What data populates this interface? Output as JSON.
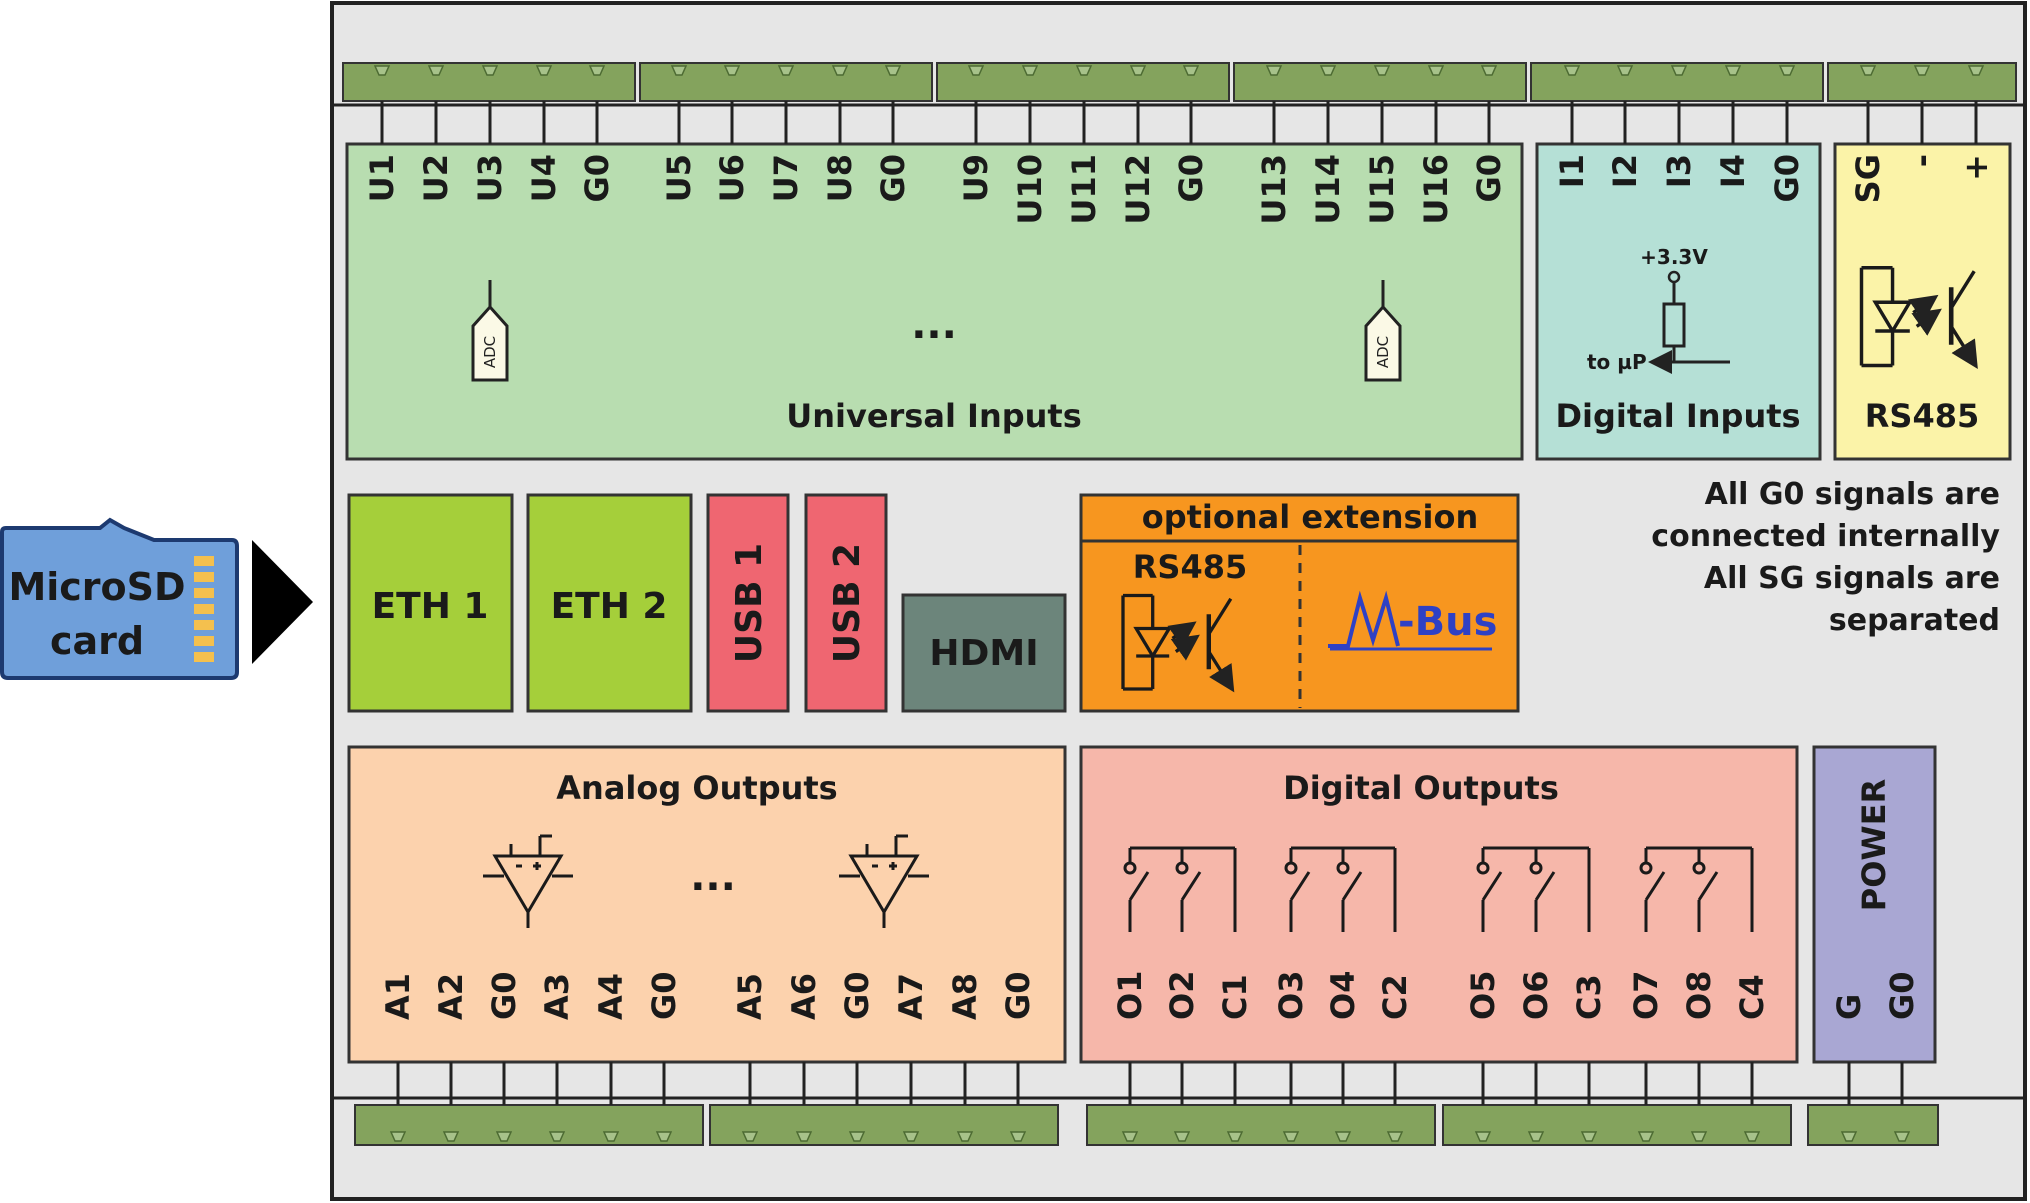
{
  "microsd": {
    "line1": "MicroSD",
    "line2": "card"
  },
  "universal_inputs": {
    "title": "Universal Inputs",
    "pins": [
      "U1",
      "U2",
      "U3",
      "U4",
      "G0",
      "U5",
      "U6",
      "U7",
      "U8",
      "G0",
      "U9",
      "U10",
      "U11",
      "U12",
      "G0",
      "U13",
      "U14",
      "U15",
      "U16",
      "G0"
    ],
    "adc_label": "ADC",
    "ellipsis": "..."
  },
  "digital_inputs": {
    "title": "Digital Inputs",
    "pins": [
      "I1",
      "I2",
      "I3",
      "I4",
      "G0"
    ],
    "supply_label": "+3.3V",
    "mcu_label": "to µP"
  },
  "rs485_top": {
    "title": "RS485",
    "pins": [
      "SG",
      "-",
      "+"
    ]
  },
  "ports": {
    "eth1": "ETH 1",
    "eth2": "ETH 2",
    "usb1": "USB 1",
    "usb2": "USB 2",
    "hdmi": "HDMI"
  },
  "extension": {
    "header": "optional extension",
    "rs485_label": "RS485",
    "mbus_label": "-Bus"
  },
  "notes": [
    "All G0 signals are",
    "connected internally",
    "All SG signals are",
    "separated"
  ],
  "analog_outputs": {
    "title": "Analog Outputs",
    "pins": [
      "A1",
      "A2",
      "G0",
      "A3",
      "A4",
      "G0",
      "A5",
      "A6",
      "G0",
      "A7",
      "A8",
      "G0"
    ],
    "ellipsis": "..."
  },
  "digital_outputs": {
    "title": "Digital Outputs",
    "pins": [
      "O1",
      "O2",
      "C1",
      "O3",
      "O4",
      "C2",
      "O5",
      "O6",
      "C3",
      "O7",
      "O8",
      "C4"
    ]
  },
  "power": {
    "title": "POWER",
    "pins": [
      "G",
      "G0"
    ]
  },
  "colors": {
    "frame_bg": "#e6e6e6",
    "terminal": "#84a35d",
    "universal": "#b8ddb0",
    "digital_in": "#b5e0d6",
    "rs485_top": "#fbf3a8",
    "eth": "#a5cf3a",
    "usb": "#ef6671",
    "hdmi": "#6c857b",
    "extension": "#f7961f",
    "analog": "#fcd2ad",
    "digital_out": "#f6b7aa",
    "power": "#a9a7d3",
    "microsd": "#6f9fda",
    "mbus_blue": "#2f41c4"
  }
}
